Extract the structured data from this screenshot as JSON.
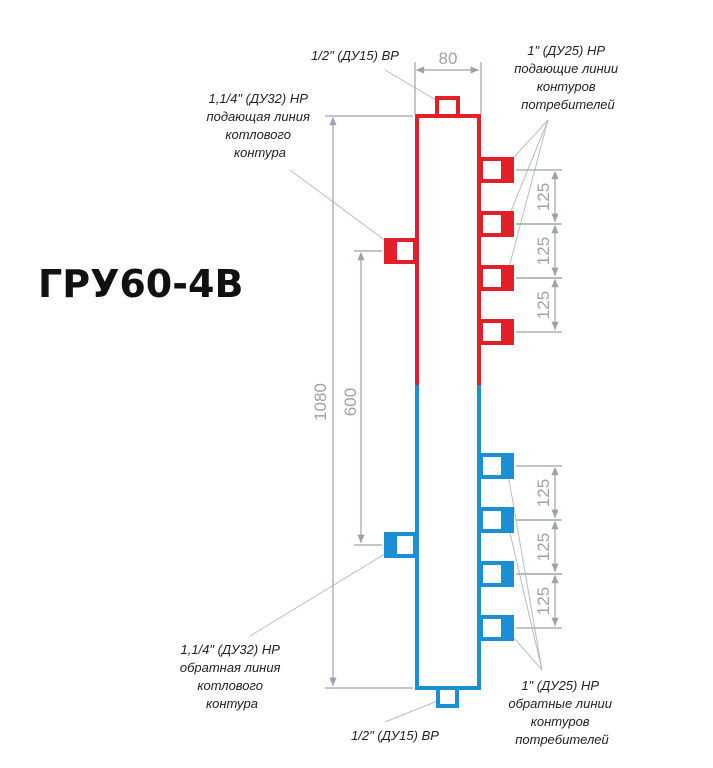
{
  "title": "ГРУ60-4В",
  "colors": {
    "supply": "#e3202a",
    "return": "#1a8fd6",
    "dimension": "#9aa3ab"
  },
  "dimensions": {
    "width": "80",
    "height": "1080",
    "boiler_spacing": "600",
    "outlet_spacing": "125"
  },
  "labels": {
    "top_port": "1/2\" (ДУ15) ВР",
    "bottom_port": "1/2\" (ДУ15) ВР",
    "boiler_supply": [
      "1,1/4\" (ДУ32) НР",
      "подающая линия",
      "котлового",
      "контура"
    ],
    "boiler_return": [
      "1,1/4\" (ДУ32) НР",
      "обратная линия",
      "котлового",
      "контура"
    ],
    "consumer_supply": [
      "1\" (ДУ25) НР",
      "подающие линии",
      "контуров",
      "потребителей"
    ],
    "consumer_return": [
      "1\" (ДУ25) НР",
      "обратные линии",
      "контуров",
      "потребителей"
    ]
  }
}
